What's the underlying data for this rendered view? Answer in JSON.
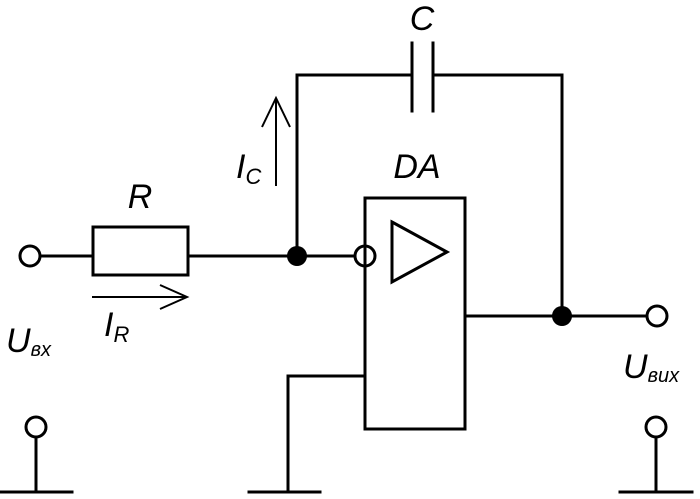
{
  "labels": {
    "capacitor": "C",
    "resistor": "R",
    "amplifier": "DA",
    "current_c": {
      "main": "I",
      "sub": "C"
    },
    "current_r": {
      "main": "I",
      "sub": "R"
    },
    "input_voltage": {
      "main": "U",
      "sub": "вх"
    },
    "output_voltage": {
      "main": "U",
      "sub": "вих"
    }
  }
}
